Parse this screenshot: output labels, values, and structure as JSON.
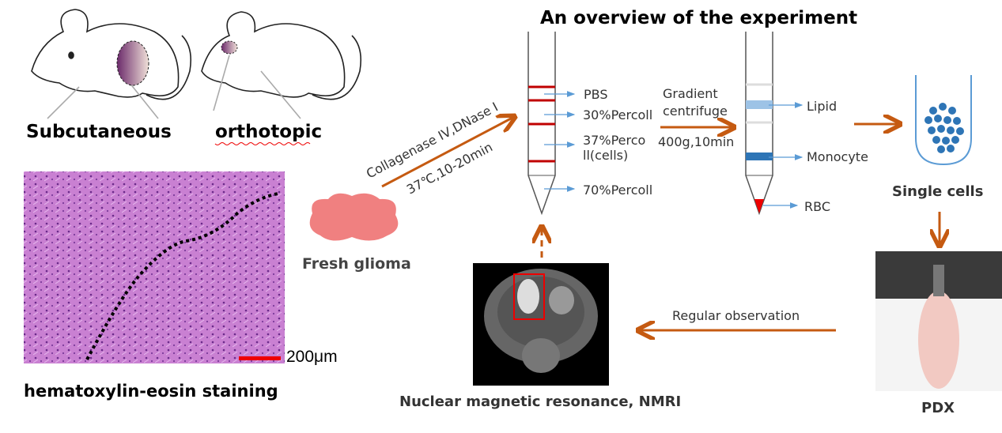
{
  "title": "An overview of the experiment",
  "models": {
    "subcutaneous": "Subcutaneous",
    "orthotopic": "orthotopic"
  },
  "histology": {
    "caption": "hematoxylin-eosin staining",
    "scale_bar": "200μm"
  },
  "tumor": {
    "label": "Fresh glioma"
  },
  "digestion": {
    "line1": "Collagenase IV,DNase I",
    "line2": "37℃,10-20min"
  },
  "tube1": {
    "layers": [
      "PBS",
      "30%Percoll",
      "37%Perco",
      "ll(cells)",
      "70%Percoll"
    ]
  },
  "centrifuge": {
    "line1": "Gradient",
    "line2": "centrifuge",
    "line3": "400g,10min"
  },
  "tube2": {
    "layers": [
      "Lipid",
      "Monocyte",
      "RBC"
    ]
  },
  "single_cells": {
    "label": "Single cells"
  },
  "pdx": {
    "label": "PDX"
  },
  "observation": {
    "label": "Regular observation"
  },
  "nmri": {
    "caption": "Nuclear magnetic resonance, NMRI"
  },
  "colors": {
    "arrow": "#c55a11",
    "layer_arrow": "#5b9bd5",
    "band_red": "#c00000",
    "he_stain": "#c77fd0"
  }
}
